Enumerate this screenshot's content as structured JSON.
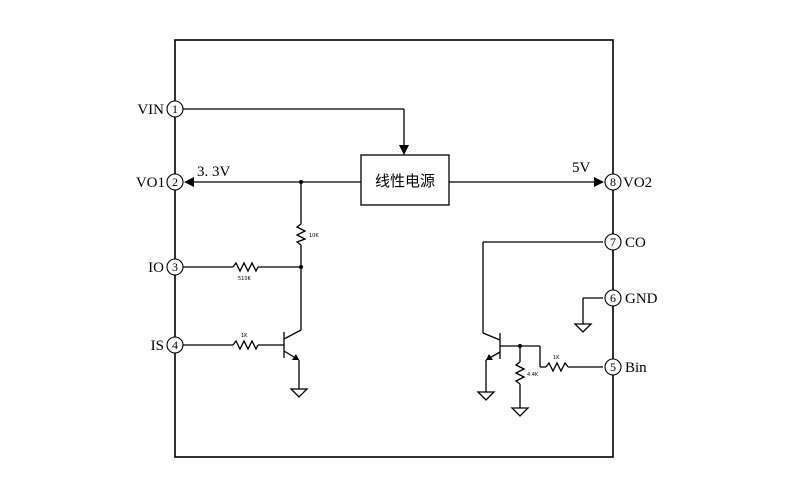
{
  "block": {
    "label": "线性电源"
  },
  "pins": [
    {
      "num": "1",
      "name": "VIN"
    },
    {
      "num": "2",
      "name": "VO1"
    },
    {
      "num": "3",
      "name": "IO"
    },
    {
      "num": "4",
      "name": "IS"
    },
    {
      "num": "5",
      "name": "Bin"
    },
    {
      "num": "6",
      "name": "GND"
    },
    {
      "num": "7",
      "name": "CO"
    },
    {
      "num": "8",
      "name": "VO2"
    }
  ],
  "voltages": {
    "vo1": "3. 3V",
    "vo2": "5V"
  },
  "resistors": {
    "r_top": "10K",
    "r_io": "510K",
    "r_is": "1K",
    "r_bin": "1K",
    "r_base": "4.4K"
  }
}
